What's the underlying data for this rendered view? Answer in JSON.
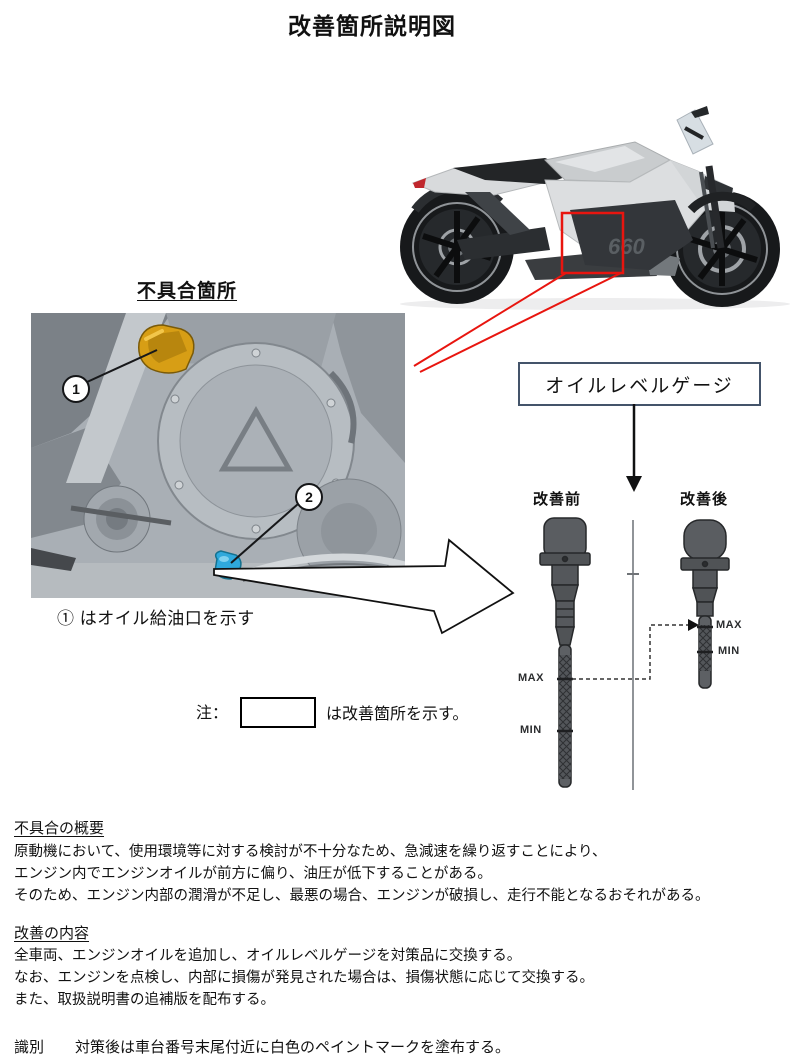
{
  "title": "改善箇所説明図",
  "defect_section": {
    "label": "不具合箇所",
    "callout_1": "1",
    "callout_2": "2",
    "caption": "① はオイル給油口を示す"
  },
  "gauge": {
    "box_label": "オイルレベルゲージ",
    "before_label": "改善前",
    "after_label": "改善後",
    "max_label": "MAX",
    "min_label": "MIN"
  },
  "note": {
    "prefix": "注：",
    "suffix": "は改善箇所を示す。"
  },
  "sections": [
    {
      "heading": "不具合の概要",
      "lines": [
        "原動機において、使用環境等に対する検討が不十分なため、急減速を繰り返すことにより、",
        "エンジン内でエンジンオイルが前方に偏り、油圧が低下することがある。",
        "そのため、エンジン内部の潤滑が不足し、最悪の場合、エンジンが破損し、走行不能となるおそれがある。"
      ]
    },
    {
      "heading": "改善の内容",
      "lines": [
        "全車両、エンジンオイルを追加し、オイルレベルゲージを対策品に交換する。",
        "なお、エンジンを点検し、内部に損傷が発見された場合は、損傷状態に応じて交換する。",
        "また、取扱説明書の追補版を配布する。"
      ]
    }
  ],
  "identification": {
    "label": "識別",
    "text": "対策後は車台番号末尾付近に白色のペイントマークを塗布する。"
  },
  "bike_badge": "660",
  "colors": {
    "accent_red": "#E8150F",
    "gauge_box_border": "#44546A",
    "oil_cap_yellow": "#D79E15",
    "dipstick_blue": "#2FA9DC"
  }
}
